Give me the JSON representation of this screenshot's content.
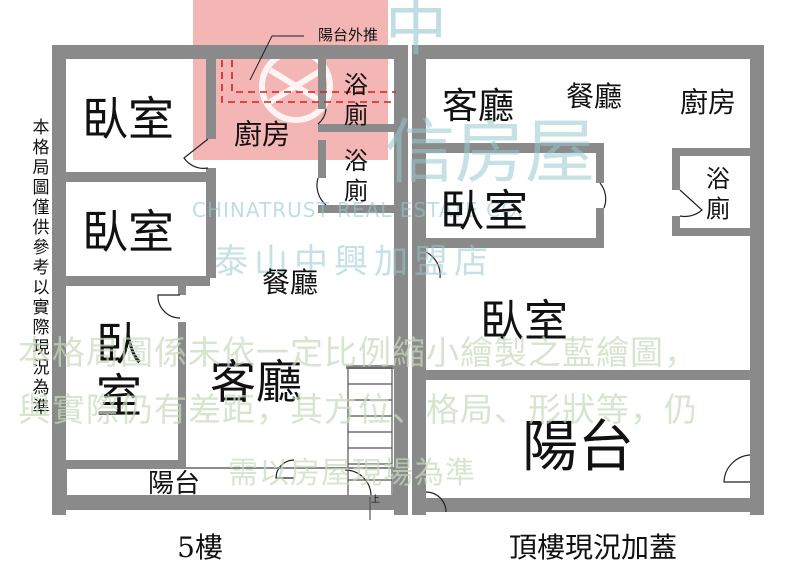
{
  "floorplan_left": {
    "title": "5樓",
    "rooms": {
      "bedroom_top": "臥室",
      "bedroom_mid": "臥室",
      "bedroom_bottom": "臥室",
      "kitchen": "廚房",
      "bath_top": "浴廁",
      "bath_mid": "浴廁",
      "dining": "餐廳",
      "living": "客廳",
      "balcony": "陽台"
    },
    "balcony_note": "陽台外推",
    "stair_note": "上"
  },
  "floorplan_right": {
    "title": "頂樓現況加蓋",
    "rooms": {
      "living": "客廳",
      "dining": "餐廳",
      "kitchen": "廚房",
      "bath": "浴廁",
      "bedroom_top": "臥室",
      "bedroom_mid": "臥室",
      "balcony": "陽台"
    }
  },
  "side_note": "本格局圖僅供參考以實際現況為準",
  "watermark": {
    "brand_cn_top": "中",
    "brand_cn_bottom": "信房屋",
    "brand_en": "CHINATRUST REAL ESTATE CO.",
    "store": "泰山中興加盟店",
    "disclaimer_line1": "本格局圖係未依一定比例縮小繪製之藍繪圖，",
    "disclaimer_line2": "與實際仍有差距，其方位、格局、形狀等，仍",
    "disclaimer_line3": "需以房屋現場為準"
  },
  "colors": {
    "wall": "#8a8a8a",
    "logo": "#eb7878",
    "watermark_text": "#c8dabc",
    "brand_text": "#96c8cd",
    "balcony_dash": "#d22020"
  }
}
